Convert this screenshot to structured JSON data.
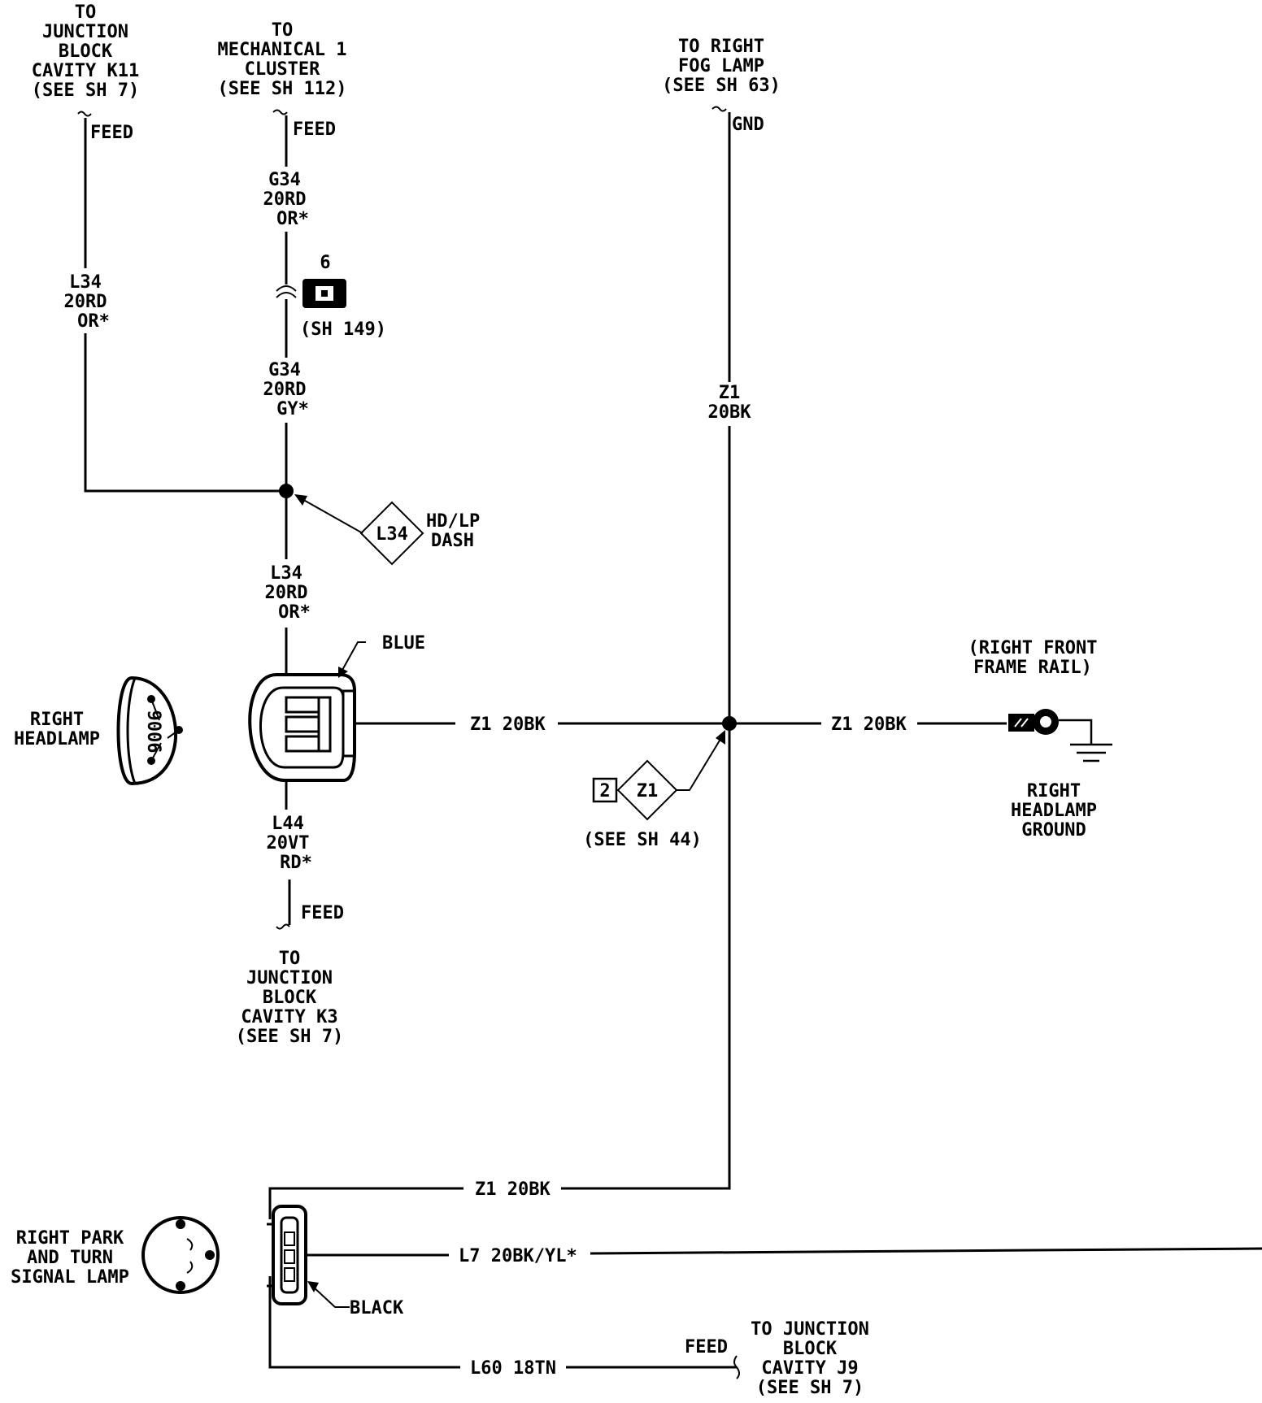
{
  "labels": {
    "jb_k11": [
      "TO",
      "JUNCTION",
      "BLOCK",
      "CAVITY K11",
      "(SEE SH 7)"
    ],
    "feed_k11": "FEED",
    "l34_top": [
      "L34",
      "20RD",
      "OR*"
    ],
    "mech_cluster": [
      "TO",
      "MECHANICAL 1",
      "CLUSTER",
      "(SEE SH 112)"
    ],
    "feed_cluster": "FEED",
    "g34_top": [
      "G34",
      "20RD",
      "OR*"
    ],
    "connector_num": "6",
    "connector_ref": "(SH 149)",
    "g34_bottom": [
      "G34",
      "20RD",
      "GY*"
    ],
    "splice_code": "L34",
    "splice_label": [
      "HD/LP",
      "DASH"
    ],
    "l34_bottom": [
      "L34",
      "20RD",
      "OR*"
    ],
    "connector_color_top": "BLUE",
    "right_headlamp": [
      "RIGHT",
      "HEADLAMP"
    ],
    "headlamp_bulb_code": "9006",
    "l44": [
      "L44",
      "20VT",
      "RD*"
    ],
    "feed_k3": "FEED",
    "jb_k3": [
      "TO",
      "JUNCTION",
      "BLOCK",
      "CAVITY K3",
      "(SEE SH 7)"
    ],
    "fog_lamp": [
      "TO RIGHT",
      "FOG LAMP",
      "(SEE SH 63)"
    ],
    "gnd": "GND",
    "z1_vertical": [
      "Z1",
      "20BK"
    ],
    "z1_mid_left": "Z1 20BK",
    "z1_mid_right": "Z1 20BK",
    "ref_box_num": "2",
    "ref_box_code": "Z1",
    "see_sh44": "(SEE SH 44)",
    "frame_rail": [
      "(RIGHT FRONT",
      "FRAME RAIL)"
    ],
    "headlamp_ground": [
      "RIGHT",
      "HEADLAMP",
      "GROUND"
    ],
    "z1_bottom": "Z1 20BK",
    "park_turn_lamp": [
      "RIGHT PARK",
      "AND TURN",
      "SIGNAL LAMP"
    ],
    "l7": "L7 20BK/YL*",
    "connector_color_bottom": "BLACK",
    "l60": "L60 18TN",
    "feed_j9": "FEED",
    "jb_j9": [
      "TO JUNCTION",
      "BLOCK",
      "CAVITY J9",
      "(SEE SH 7)"
    ]
  }
}
